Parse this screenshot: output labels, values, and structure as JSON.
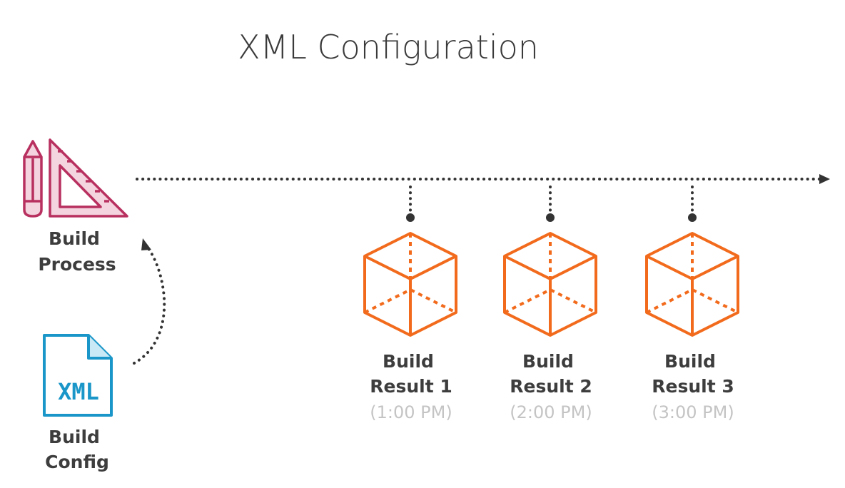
{
  "title": "XML Configuration",
  "colors": {
    "process_icon": "#b8305f",
    "process_fill": "#f4d4de",
    "config_icon": "#1a96c8",
    "build_result": "#f26b1d",
    "connector": "#333333",
    "label": "#3d3d3d",
    "time": "#c4c4c4"
  },
  "build_process": {
    "icon": "pencil-and-set-square-icon",
    "label_line1": "Build",
    "label_line2": "Process"
  },
  "build_config": {
    "icon": "xml-document-icon",
    "icon_text": "XML",
    "label_line1": "Build",
    "label_line2": "Config"
  },
  "results": [
    {
      "line1": "Build",
      "line2": "Result 1",
      "time": "(1:00 PM)",
      "icon": "cube-icon"
    },
    {
      "line1": "Build",
      "line2": "Result 2",
      "time": "(2:00 PM)",
      "icon": "cube-icon"
    },
    {
      "line1": "Build",
      "line2": "Result 3",
      "time": "(3:00 PM)",
      "icon": "cube-icon"
    }
  ]
}
